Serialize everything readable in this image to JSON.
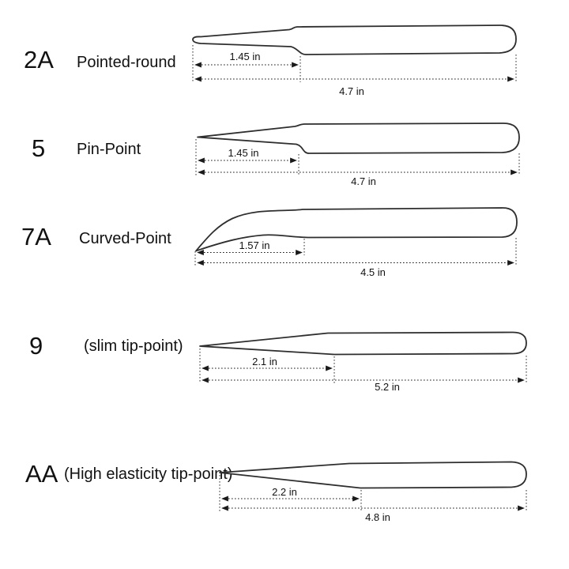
{
  "diagram": {
    "description": "Tweezer tip styles with tip and overall length dimensions",
    "rows": [
      {
        "model": "2A",
        "type": "Pointed-round",
        "tip_length": "1.45 in",
        "total_length": "4.7 in"
      },
      {
        "model": "5",
        "type": "Pin-Point",
        "tip_length": "1.45 in",
        "total_length": "4.7 in"
      },
      {
        "model": "7A",
        "type": "Curved-Point",
        "tip_length": "1.57 in",
        "total_length": "4.5 in"
      },
      {
        "model": "9",
        "type": "(slim tip-point)",
        "tip_length": "2.1 in",
        "total_length": "5.2 in"
      },
      {
        "model": "AA",
        "type": "(High elasticity tip-point)",
        "tip_length": "2.2 in",
        "total_length": "4.8 in"
      }
    ],
    "colors": {
      "background": "#ffffff",
      "outline": "#2e2e2e",
      "dimension_lines": "#1a1a1a",
      "text": "#111111"
    }
  }
}
